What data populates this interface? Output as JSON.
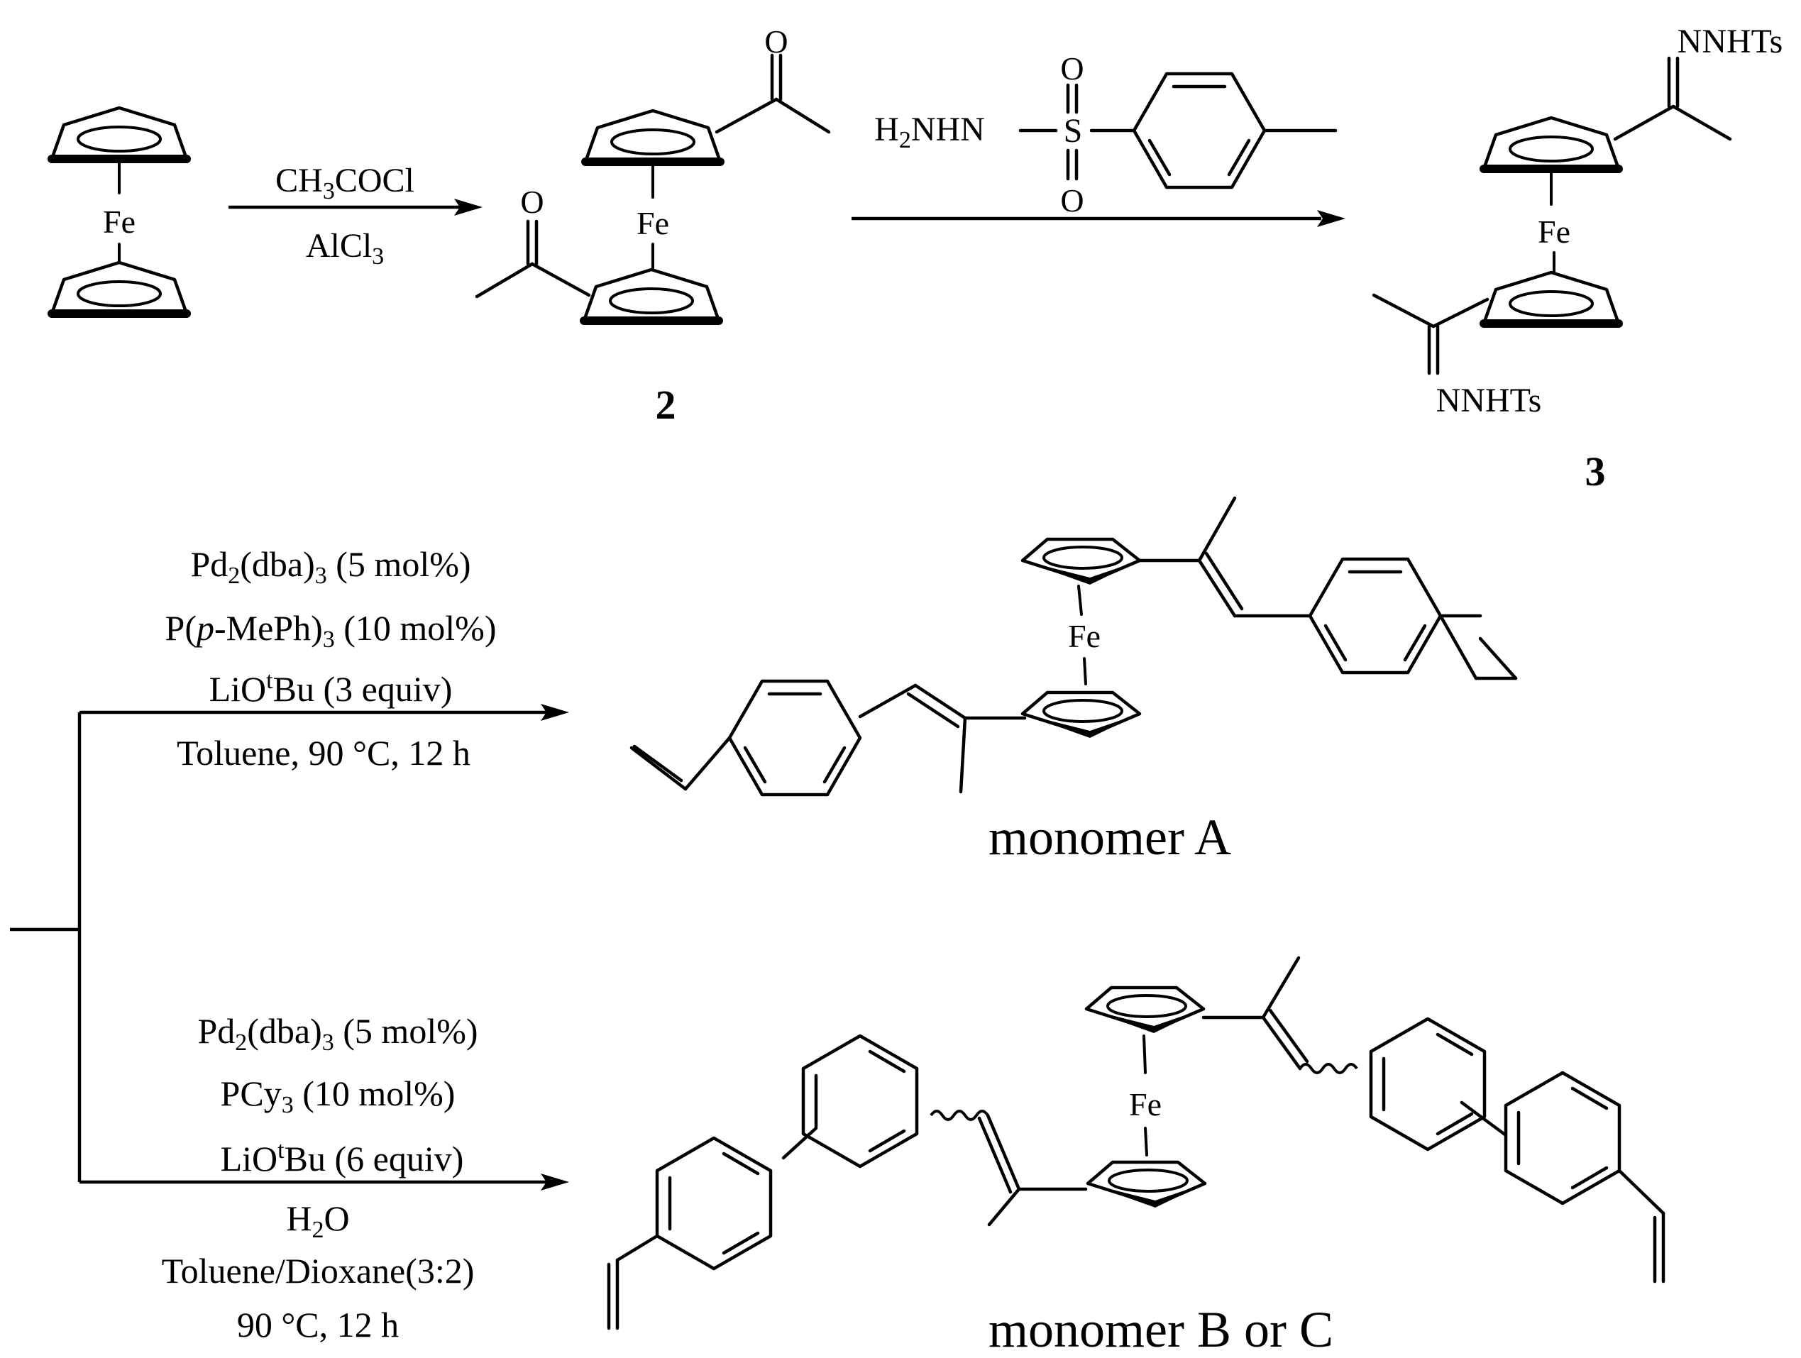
{
  "step1": {
    "reagent": "CH3COCl",
    "catalyst": "AlCl3",
    "iron": "Fe"
  },
  "compound2": {
    "label": "2",
    "iron": "Fe",
    "oxygen_top": "O",
    "oxygen_bottom": "O"
  },
  "step2": {
    "reagent_prefix": "H2NHN",
    "sulfur": "S",
    "oxygen_top": "O",
    "oxygen_bottom": "O"
  },
  "compound3": {
    "label": "3",
    "iron": "Fe",
    "group_top": "NNHTs",
    "group_bottom": "NNHTs"
  },
  "route_a": {
    "conditions": [
      "Pd2(dba)3 (5 mol%)",
      "P(p-MePh)3 (10 mol%)",
      "LiOtBu (3 equiv)",
      "Toluene, 90 °C, 12 h"
    ],
    "iron": "Fe",
    "product_label": "monomer A"
  },
  "route_bc": {
    "conditions": [
      "Pd2(dba)3 (5 mol%)",
      "PCy3 (10 mol%)",
      "LiOtBu (6 equiv)",
      "H2O",
      "Toluene/Dioxane(3:2)",
      "90 °C, 12 h"
    ],
    "iron": "Fe",
    "product_label": "monomer B or C"
  }
}
